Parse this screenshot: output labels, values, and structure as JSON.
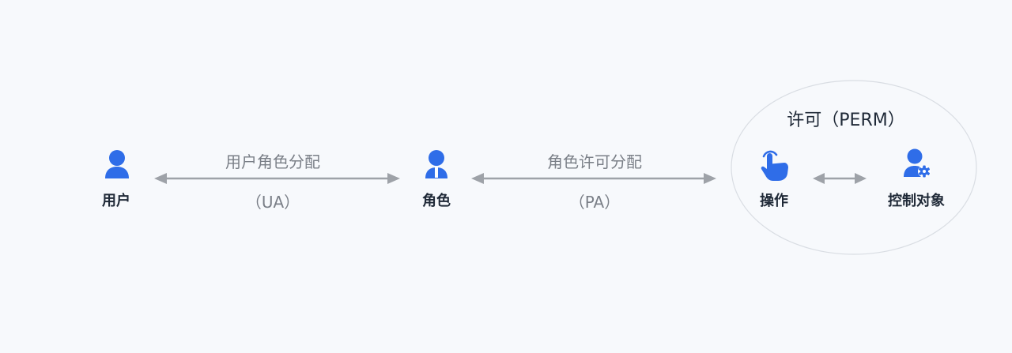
{
  "nodes": {
    "user": "用户",
    "role": "角色",
    "operation": "操作",
    "control_object": "控制对象"
  },
  "edges": {
    "user_role": {
      "label": "用户角色分配",
      "abbr": "（UA）"
    },
    "role_perm": {
      "label": "角色许可分配",
      "abbr": "（PA）"
    }
  },
  "permission_group": {
    "title": "许可（PERM）"
  },
  "icons": {
    "user": "user-icon",
    "role": "role-user-icon",
    "operation": "hand-pointer-icon",
    "control_object": "user-gear-icon"
  },
  "colors": {
    "accent": "#2f6de8",
    "arrow": "#9ea2a8",
    "ellipse_border": "#d9dde3",
    "background": "#f7f9fc"
  }
}
